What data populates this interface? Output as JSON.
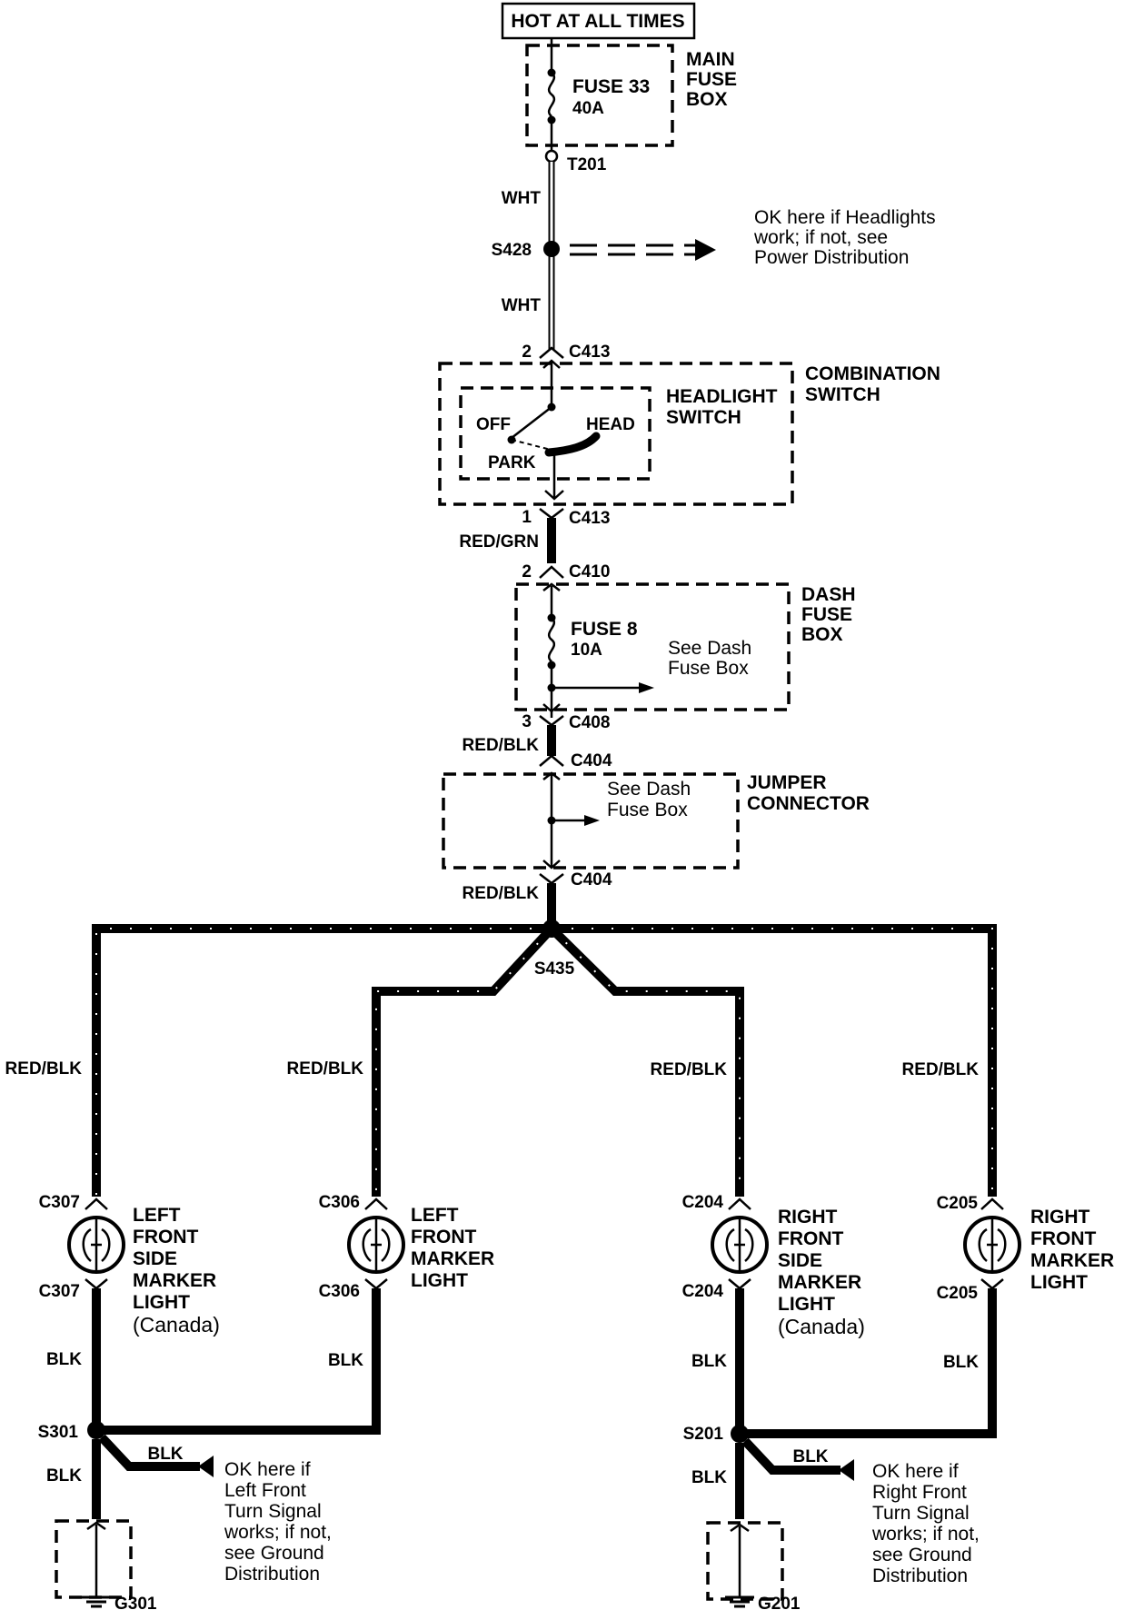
{
  "power": {
    "hot_label": "HOT AT ALL TIMES"
  },
  "main_fuse": {
    "fuse": "FUSE 33",
    "amps": "40A",
    "box_line1": "MAIN",
    "box_line2": "FUSE",
    "box_line3": "BOX",
    "terminal": "T201"
  },
  "wires": {
    "wht1": "WHT",
    "wht2": "WHT",
    "red_grn": "RED/GRN",
    "red_blk1": "RED/BLK",
    "red_blk2": "RED/BLK",
    "branch1": "RED/BLK",
    "branch2": "RED/BLK",
    "branch3": "RED/BLK",
    "branch4": "RED/BLK",
    "blk1": "BLK",
    "blk2": "BLK",
    "blk3": "BLK",
    "blk4": "BLK",
    "blk_left_ground": "BLK",
    "blk_right_ground": "BLK",
    "blk_left_note": "BLK",
    "blk_right_note": "BLK"
  },
  "splices": {
    "s428": "S428",
    "s435": "S435",
    "s301": "S301",
    "s201": "S201"
  },
  "notes": {
    "headlights": [
      "OK here if Headlights",
      "work; if not, see",
      "Power Distribution"
    ],
    "left_turn": [
      "OK here if",
      "Left Front",
      "Turn Signal",
      "works; if not,",
      "see Ground",
      "Distribution"
    ],
    "right_turn": [
      "OK here if",
      "Right Front",
      "Turn Signal",
      "works; if not,",
      "see Ground",
      "Distribution"
    ]
  },
  "combination_switch": {
    "pin_top": "2",
    "conn_top": "C413",
    "pin_bottom": "1",
    "conn_bottom": "C413",
    "title1": "COMBINATION",
    "title2": "SWITCH",
    "headlight1": "HEADLIGHT",
    "headlight2": "SWITCH",
    "off": "OFF",
    "head": "HEAD",
    "park": "PARK"
  },
  "dash_fuse": {
    "pin_top": "2",
    "conn_top": "C410",
    "fuse": "FUSE 8",
    "amps": "10A",
    "see1": "See Dash",
    "see2": "Fuse Box",
    "box1": "DASH",
    "box2": "FUSE",
    "box3": "BOX",
    "pin_bottom": "3",
    "conn_bottom": "C408"
  },
  "jumper": {
    "conn_top": "C404",
    "see1": "See Dash",
    "see2": "Fuse Box",
    "title1": "JUMPER",
    "title2": "CONNECTOR",
    "conn_bottom": "C404"
  },
  "lights": {
    "l1": {
      "conn_top": "C307",
      "conn_bottom": "C307",
      "lines": [
        "LEFT",
        "FRONT",
        "SIDE",
        "MARKER",
        "LIGHT"
      ],
      "extra": "(Canada)"
    },
    "l2": {
      "conn_top": "C306",
      "conn_bottom": "C306",
      "lines": [
        "LEFT",
        "FRONT",
        "MARKER",
        "LIGHT"
      ]
    },
    "l3": {
      "conn_top": "C204",
      "conn_bottom": "C204",
      "lines": [
        "RIGHT",
        "FRONT",
        "SIDE",
        "MARKER",
        "LIGHT"
      ],
      "extra": "(Canada)"
    },
    "l4": {
      "conn_top": "C205",
      "conn_bottom": "C205",
      "lines": [
        "RIGHT",
        "FRONT",
        "MARKER",
        "LIGHT"
      ]
    }
  },
  "grounds": {
    "left": "G301",
    "right": "G201"
  }
}
